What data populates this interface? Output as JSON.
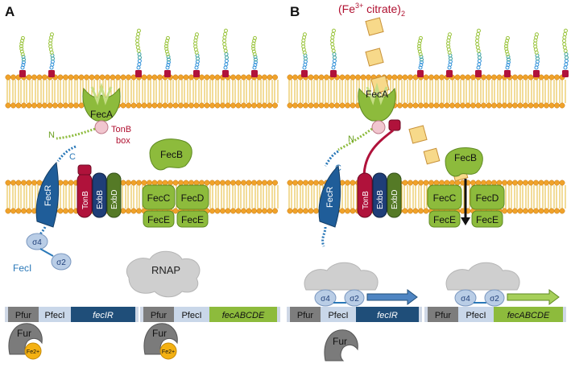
{
  "colors": {
    "green": "#8dbb3c",
    "green_dark": "#5f8a22",
    "blue_dark": "#1f4e79",
    "blue_light": "#b9cde6",
    "crimson": "#b0123b",
    "tan": "#e2c58a",
    "orange": "#f0a22a",
    "gray": "#8a8a8a",
    "text_blue": "#2a78b8",
    "text_red": "#b01030",
    "text_green": "#6aa020"
  },
  "panelA": {
    "letter": "A",
    "fecA": "FecA",
    "tonb_box_1": "TonB",
    "tonb_box_2": "box",
    "n": "N",
    "c": "C",
    "fecR": "FecR",
    "tonB": "TonB",
    "exbB": "ExbB",
    "exbD": "ExbD",
    "fecB": "FecB",
    "fecC": "FecC",
    "fecD": "FecD",
    "fecE1": "FecE",
    "fecE2": "FecE",
    "sigma4": "σ4",
    "sigma2": "σ2",
    "fecI": "FecI",
    "rnap": "RNAP",
    "dna1": {
      "pfur": "Pfur",
      "pfecI": "PfecI",
      "gene": "fecIR"
    },
    "dna2": {
      "pfur": "Pfur",
      "pfecI": "PfecI",
      "gene": "fecABCDE"
    },
    "fur1": "Fur",
    "fe1": "Fe2+",
    "fur2": "Fur",
    "fe2": "Fe2+"
  },
  "panelB": {
    "letter": "B",
    "title_base": "(Fe",
    "title_sup": "3+",
    "title_rest": " citrate)",
    "title_sub": "2",
    "fecA": "FecA",
    "n": "N",
    "c": "C",
    "fecR": "FecR",
    "tonB": "TonB",
    "exbB": "ExbB",
    "exbD": "ExbD",
    "fecB": "FecB",
    "fecC": "FecC",
    "fecD": "FecD",
    "fecE1": "FecE",
    "fecE2": "FecE",
    "sigma4a": "σ4",
    "sigma2a": "σ2",
    "sigma4b": "σ4",
    "sigma2b": "σ2",
    "dna1": {
      "pfur": "Pfur",
      "pfecI": "PfecI",
      "gene": "fecIR"
    },
    "dna2": {
      "pfur": "Pfur",
      "pfecI": "PfecI",
      "gene": "fecABCDE"
    },
    "fur": "Fur"
  }
}
